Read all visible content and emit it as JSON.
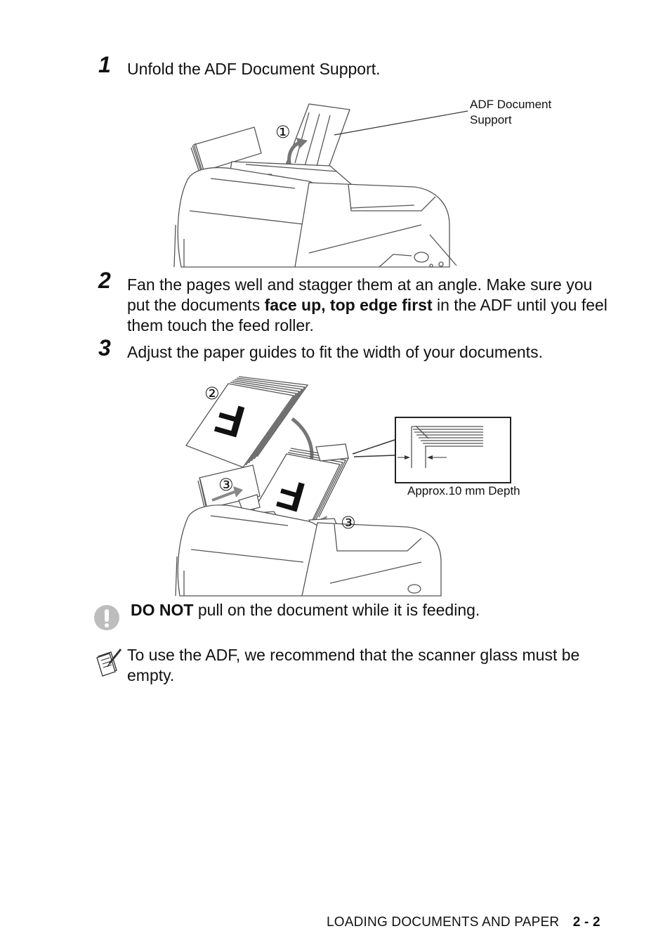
{
  "steps": [
    {
      "number": "1",
      "text": "Unfold the ADF Document Support."
    },
    {
      "number": "2",
      "text_before": "Fan the pages well and stagger them at an angle. Make sure you put the documents ",
      "text_bold": "face up, top edge first",
      "text_after": " in the ADF until you feel them touch the feed roller."
    },
    {
      "number": "3",
      "text": "Adjust the paper guides to fit the width of your documents."
    }
  ],
  "figure1": {
    "callout_line1": "ADF Document",
    "callout_line2": "Support",
    "marker": "①"
  },
  "figure2": {
    "marker2": "②",
    "marker3a": "③",
    "marker3b": "③",
    "depth_label": "Approx.10 mm Depth",
    "sheet_letter": "F"
  },
  "caution": {
    "icon": "caution-exclamation-icon",
    "bold": "DO NOT",
    "text": " pull on the document while it is feeding."
  },
  "note": {
    "icon": "note-pencil-icon",
    "text": "To use the ADF, we recommend that the scanner glass must be empty."
  },
  "footer": {
    "section": "LOADING DOCUMENTS AND PAPER",
    "page": "2 - 2"
  }
}
